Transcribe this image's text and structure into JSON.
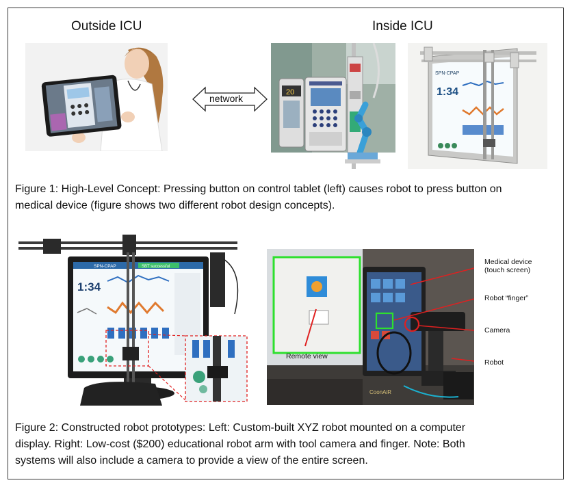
{
  "figure1": {
    "heading_outside": "Outside ICU",
    "heading_inside": "Inside ICU",
    "arrow_label": "network",
    "caption_line1": "Figure 1: High-Level Concept: Pressing button on control tablet (left) causes robot to press button on",
    "caption_line2": "medical device (figure shows two different robot design concepts).",
    "tablet_clock": "1:34",
    "pump_display": "20"
  },
  "figure2": {
    "monitor_header": "SPN-CPAP",
    "monitor_status": "SBT successful",
    "monitor_clock": "1:34",
    "labels": {
      "medical_device": "Medical device\n(touch screen)",
      "robot_finger": "Robot “finger”",
      "camera": "Camera",
      "robot": "Robot",
      "remote_view": "Remote view"
    },
    "caption_line1": "Figure 2: Constructed robot prototypes:  Left: Custom-built XYZ robot mounted on a computer",
    "caption_line2": "display. Right: Low-cost ($200) educational robot arm with tool camera and finger. Note: Both",
    "caption_line3": "systems will also include a camera to provide a view of the entire screen."
  },
  "colors": {
    "annotation_red": "#e02020",
    "highlight_green": "#33dd33",
    "waveform_blue": "#2f6fc0",
    "waveform_orange": "#e07a2f"
  }
}
